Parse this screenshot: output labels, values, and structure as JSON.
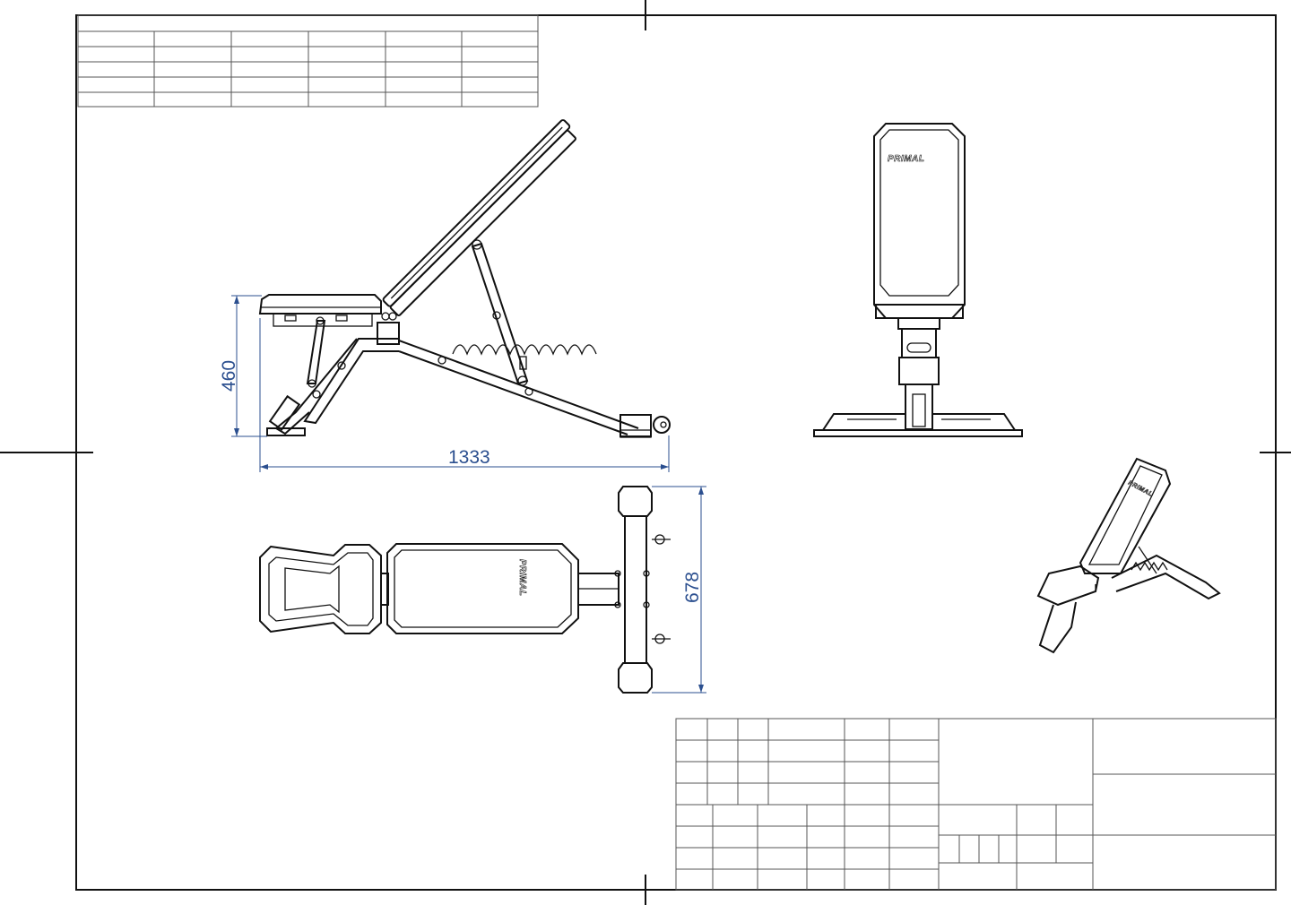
{
  "drawing": {
    "brand_logo": "PRIMAL",
    "dimensions": {
      "overall_length": "1333",
      "seat_height": "460",
      "overall_width": "678"
    },
    "views": [
      "side-view",
      "front-view",
      "top-view",
      "isometric-view"
    ],
    "colors": {
      "line": "#111111",
      "dimension": "#2b4f8f",
      "grid": "#555555"
    }
  }
}
